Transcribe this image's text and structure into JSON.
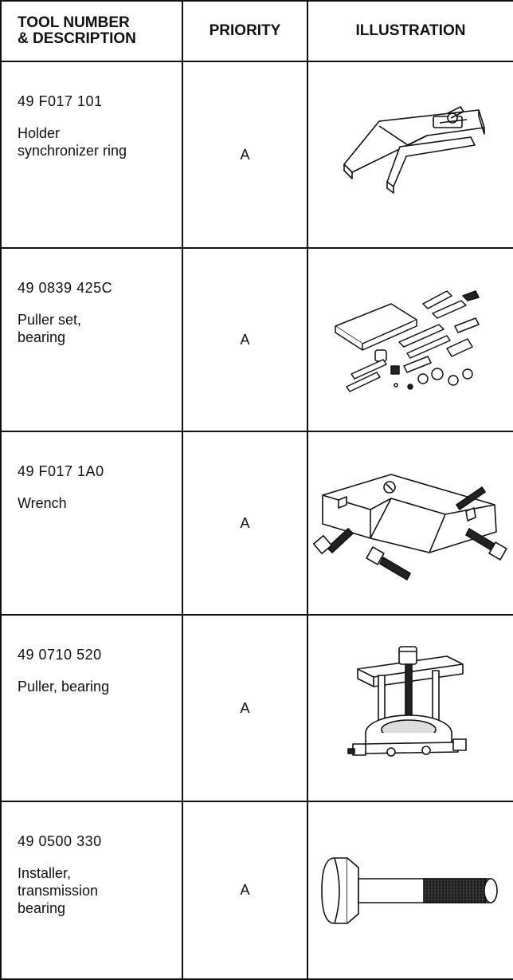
{
  "header": {
    "col1_line1": "TOOL NUMBER",
    "col1_line2": "& DESCRIPTION",
    "col2": "PRIORITY",
    "col3": "ILLUSTRATION"
  },
  "tools": [
    {
      "number": "49 F017 101",
      "description": "Holder\nsynchronizer ring",
      "priority": "A",
      "icon": "synchronizer-ring-holder-icon"
    },
    {
      "number": "49 0839 425C",
      "description": "Puller set,\nbearing",
      "priority": "A",
      "icon": "bearing-puller-set-icon"
    },
    {
      "number": "49 F017 1A0",
      "description": "Wrench",
      "priority": "A",
      "icon": "wrench-icon"
    },
    {
      "number": "49 0710 520",
      "description": "Puller, bearing",
      "priority": "A",
      "icon": "bearing-puller-icon"
    },
    {
      "number": "49 0500 330",
      "description": "Installer,\ntransmission\nbearing",
      "priority": "A",
      "icon": "bearing-installer-icon"
    }
  ]
}
